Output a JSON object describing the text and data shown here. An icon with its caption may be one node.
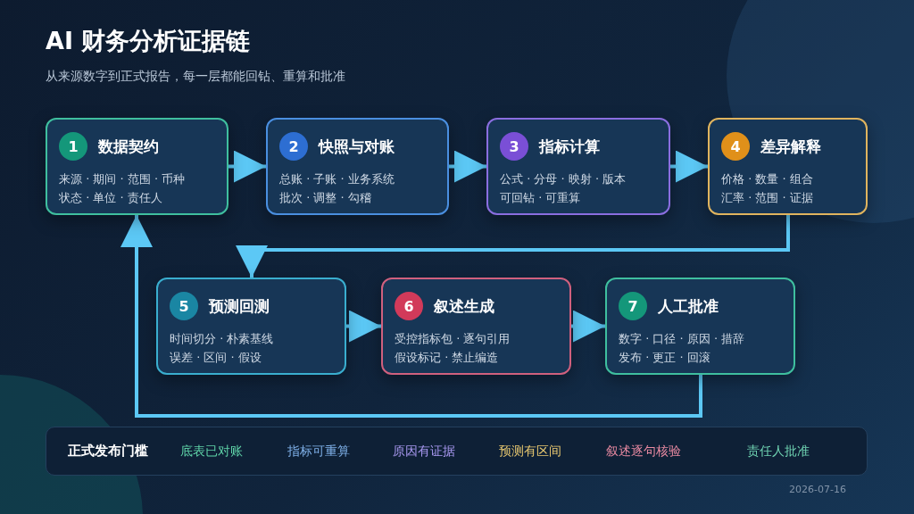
{
  "diagram": {
    "title": "AI 财务分析证据链",
    "nodes": [
      {
        "text": [
          "1",
          "数据契约",
          "来源 · 期间 · 范围 · 币种",
          "状态 · 单位 · 责任人"
        ]
      },
      {
        "text": [
          "2",
          "快照与对账",
          "总账 · 子账 · 业务系统",
          "批次 · 调整 · 勾稽"
        ]
      },
      {
        "text": [
          "3",
          "指标计算",
          "公式 · 分母 · 映射 · 版本",
          "可回钻 · 可重算"
        ]
      },
      {
        "text": [
          "4",
          "差异解释",
          "价格 · 数量 · 组合",
          "汇率 · 范围 · 证据"
        ]
      },
      {
        "text": [
          "5",
          "预测回测",
          "时间切分 · 朴素基线",
          "误差 · 区间 · 假设"
        ]
      },
      {
        "text": [
          "6",
          "叙述生成",
          "受控指标包 · 逐句引用",
          "假设标记 · 禁止编造"
        ]
      },
      {
        "text": [
          "7",
          "人工批准",
          "数字 · 口径 · 原因 · 措辞",
          "发布 · 更正 · 回滚"
        ]
      },
      {
        "text": [
          "正式发布门槛",
          "底表已对账",
          "指标可重算",
          "原因有证据",
          "预测有区间",
          "叙述逐句核验",
          "责任人批准"
        ]
      }
    ],
    "edges": [
      {
        "from": 0,
        "to": 1,
        "arrow": "to"
      },
      {
        "from": 1,
        "to": 2,
        "arrow": "to"
      },
      {
        "from": 2,
        "to": 3,
        "arrow": "to"
      },
      {
        "from": 3,
        "to": 4,
        "arrow": "to"
      },
      {
        "from": 4,
        "to": 5,
        "arrow": "to"
      },
      {
        "from": 5,
        "to": 6,
        "arrow": "to"
      },
      {
        "from": 6,
        "to": 0,
        "arrow": "to"
      }
    ],
    "labels": [
      "从来源数字到正式报告，每一层都能回钻、重算和批准",
      "2026-07-16"
    ]
  }
}
